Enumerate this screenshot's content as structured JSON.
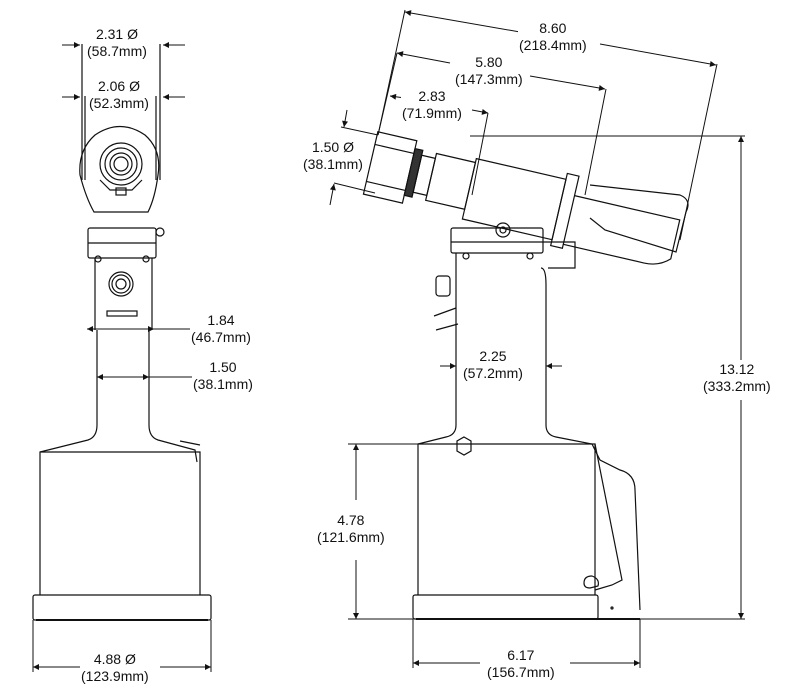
{
  "drawing": {
    "title": "Tool dimension drawing",
    "views": [
      "front-view",
      "side-view"
    ],
    "line_color": "#111111",
    "background": "#ffffff"
  },
  "dimensions": {
    "front_outer_dia": {
      "inch": "2.31 Ø",
      "mm": "(58.7mm)"
    },
    "front_inner_dia": {
      "inch": "2.06 Ø",
      "mm": "(52.3mm)"
    },
    "front_block_width": {
      "inch": "1.84",
      "mm": "(46.7mm)"
    },
    "front_grip_width": {
      "inch": "1.50",
      "mm": "(38.1mm)"
    },
    "front_base_dia": {
      "inch": "4.88 Ø",
      "mm": "(123.9mm)"
    },
    "side_overall_length": {
      "inch": "8.60",
      "mm": "(218.4mm)"
    },
    "side_mid_length": {
      "inch": "5.80",
      "mm": "(147.3mm)"
    },
    "side_nose_length": {
      "inch": "2.83",
      "mm": "(71.9mm)"
    },
    "side_nose_dia": {
      "inch": "1.50 Ø",
      "mm": "(38.1mm)"
    },
    "side_grip_width": {
      "inch": "2.25",
      "mm": "(57.2mm)"
    },
    "side_overall_height": {
      "inch": "13.12",
      "mm": "(333.2mm)"
    },
    "side_base_height": {
      "inch": "4.78",
      "mm": "(121.6mm)"
    },
    "side_base_width": {
      "inch": "6.17",
      "mm": "(156.7mm)"
    }
  }
}
